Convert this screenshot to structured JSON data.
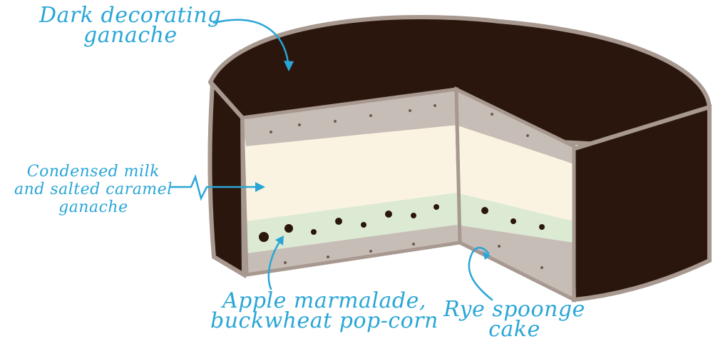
{
  "labels": {
    "dark_ganache": {
      "line1": "Dark decorating",
      "line2": "ganache"
    },
    "condensed_milk": {
      "line1": "Condensed milk",
      "line2": "and salted caramel",
      "line3": "ganache"
    },
    "apple_marmalade": {
      "line1": "Apple marmalade,",
      "line2": "buckwheat pop-corn"
    },
    "rye_sponge": {
      "line1": "Rye spoonge",
      "line2": "cake"
    }
  },
  "colors": {
    "annotation": "#2aa6d6",
    "ganache_dark": "#2b160d",
    "cream": "#fbf3e2",
    "sponge": "#c7bdb7",
    "marmalade": "#dcead3",
    "outline": "#a79890"
  }
}
